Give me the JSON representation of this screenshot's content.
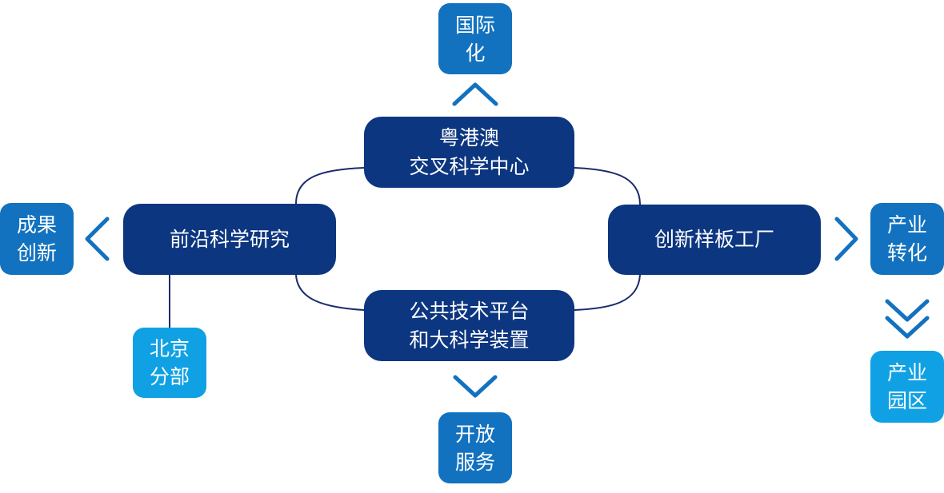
{
  "colors": {
    "main": "#0c3680",
    "outer": "#1272bf",
    "light": "#10a1e4",
    "connector": "#1a2c6b",
    "chevron": "#1272bf"
  },
  "nodes": {
    "top_center": {
      "lines": [
        "粤港澳",
        "交叉科学中心"
      ]
    },
    "left_center": {
      "lines": [
        "前沿科学研究"
      ]
    },
    "right_center": {
      "lines": [
        "创新样板工厂"
      ]
    },
    "bottom_center": {
      "lines": [
        "公共技术平台",
        "和大科学装置"
      ]
    },
    "top_outer": {
      "lines": [
        "国际",
        "化"
      ]
    },
    "left_outer": {
      "lines": [
        "成果",
        "创新"
      ]
    },
    "left_branch": {
      "lines": [
        "北京",
        "分部"
      ]
    },
    "bottom_outer": {
      "lines": [
        "开放",
        "服务"
      ]
    },
    "right_outer": {
      "lines": [
        "产业",
        "转化"
      ]
    },
    "right_bottom_outer": {
      "lines": [
        "产业",
        "园区"
      ]
    }
  }
}
